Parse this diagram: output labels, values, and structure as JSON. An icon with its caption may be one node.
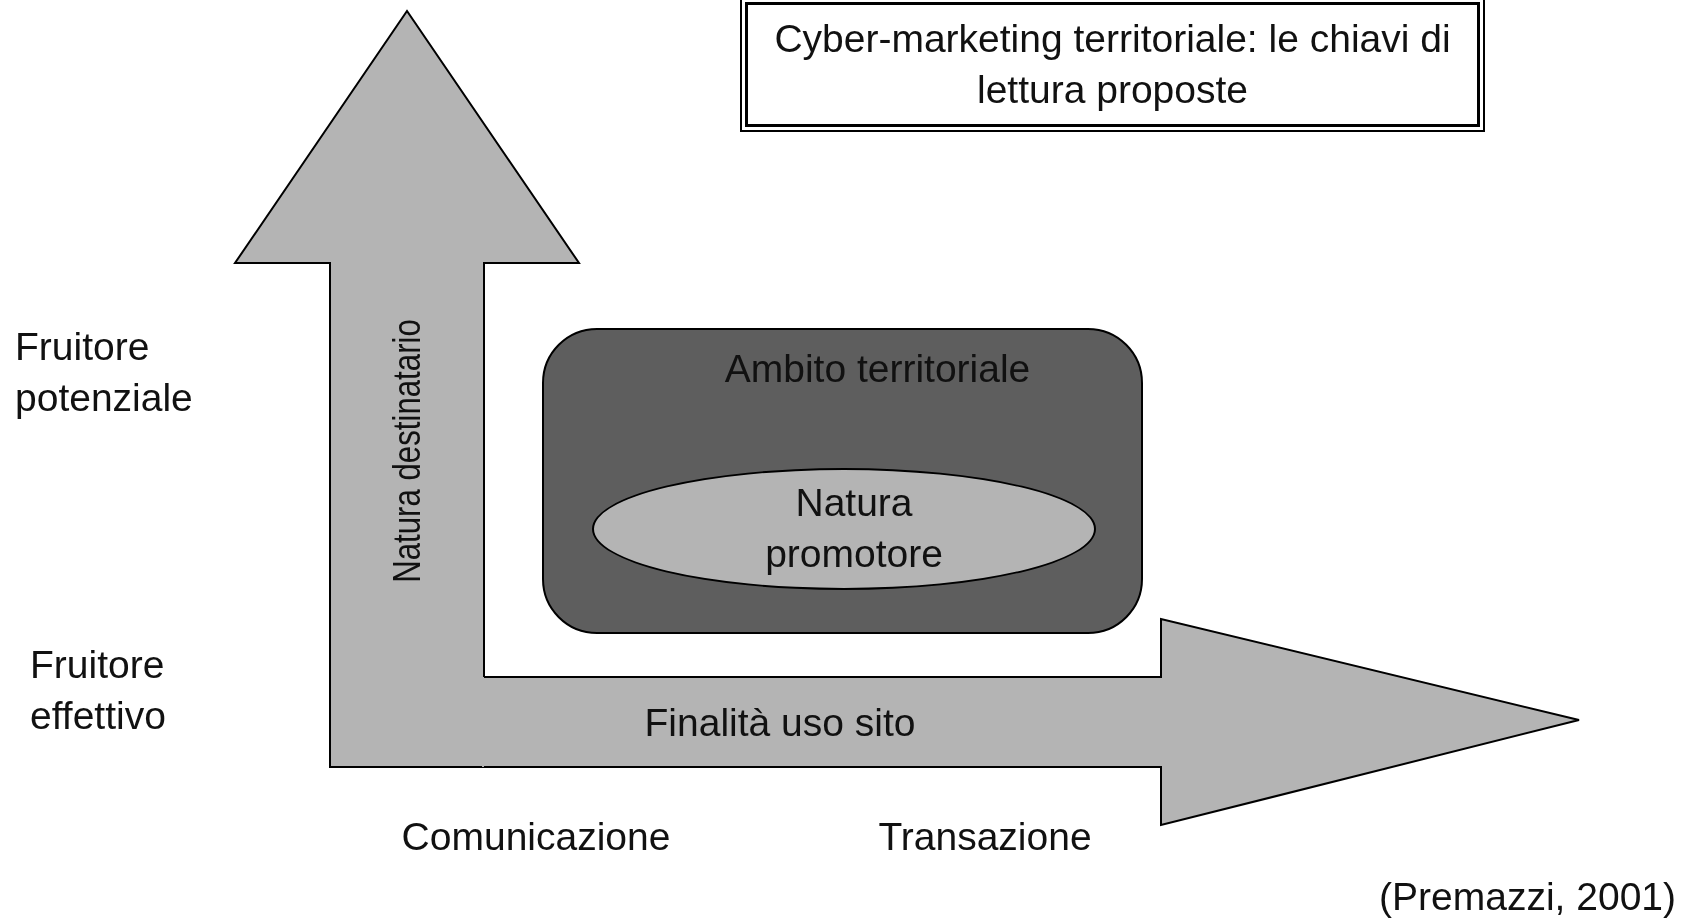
{
  "diagram": {
    "title": "Cyber-marketing territoriale: le chiavi di lettura proposte",
    "caption": "(Premazzi, 2001)",
    "nodes": [
      {
        "text": [
          "Natura destinatario"
        ]
      },
      {
        "text": [
          "Finalità uso sito"
        ]
      },
      {
        "text": [
          "Ambito territoriale"
        ]
      },
      {
        "text": [
          "Natura promotore"
        ],
        "in": 2
      }
    ],
    "edges": [],
    "labels": [
      "Fruitore potenziale",
      "Fruitore effettivo",
      "Comunicazione",
      "Transazione"
    ]
  }
}
